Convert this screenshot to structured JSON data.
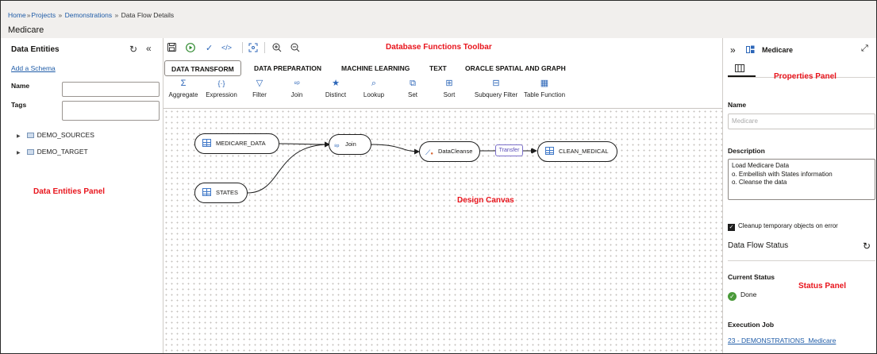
{
  "header": {
    "breadcrumb": [
      "Home",
      "Projects",
      "Demonstrations",
      "Data Flow Details"
    ],
    "page_title": "Medicare"
  },
  "left_panel": {
    "title": "Data Entities",
    "add_schema": "Add a Schema",
    "name_label": "Name",
    "tags_label": "Tags",
    "tree": [
      "DEMO_SOURCES",
      "DEMO_TARGET"
    ]
  },
  "annotations": {
    "toolbar": "Database Functions Toolbar",
    "left": "Data Entities Panel",
    "canvas": "Design Canvas",
    "properties": "Properties Panel",
    "status": "Status Panel",
    "color": "#e8141c"
  },
  "toolbar": {
    "tabs": [
      "DATA TRANSFORM",
      "DATA PREPARATION",
      "MACHINE LEARNING",
      "TEXT",
      "ORACLE SPATIAL AND GRAPH"
    ],
    "active_tab": "DATA TRANSFORM",
    "tools": [
      {
        "label": "Aggregate",
        "icon": "sigma-icon"
      },
      {
        "label": "Expression",
        "icon": "braces-icon"
      },
      {
        "label": "Filter",
        "icon": "filter-icon"
      },
      {
        "label": "Join",
        "icon": "join-icon"
      },
      {
        "label": "Distinct",
        "icon": "star-icon"
      },
      {
        "label": "Lookup",
        "icon": "search-icon"
      },
      {
        "label": "Set",
        "icon": "set-icon"
      },
      {
        "label": "Sort",
        "icon": "sort-icon"
      },
      {
        "label": "Subquery Filter",
        "icon": "subquery-filter-icon"
      },
      {
        "label": "Table Function",
        "icon": "table-function-icon"
      }
    ],
    "accent": "#2c66b8"
  },
  "canvas": {
    "nodes": {
      "medicare_data": "MEDICARE_DATA",
      "states": "STATES",
      "join": "Join",
      "datacleanse": "DataCleanse",
      "clean_medical": "CLEAN_MEDICAL"
    },
    "transfer_label": "Transfer"
  },
  "right_panel": {
    "title": "Medicare",
    "name_label": "Name",
    "name_value": "Medicare",
    "description_label": "Description",
    "description_lines": [
      "Load Medicare Data",
      "o. Embellish with States information",
      "o. Cleanse the data"
    ],
    "cleanup_label": "Cleanup temporary objects on error",
    "cleanup_checked": true,
    "status_title": "Data Flow Status",
    "current_status_label": "Current Status",
    "status_value": "Done",
    "status_color": "#4a9a3a",
    "execution_job_label": "Execution Job",
    "execution_job_link": "23 - DEMONSTRATIONS_Medicare"
  }
}
